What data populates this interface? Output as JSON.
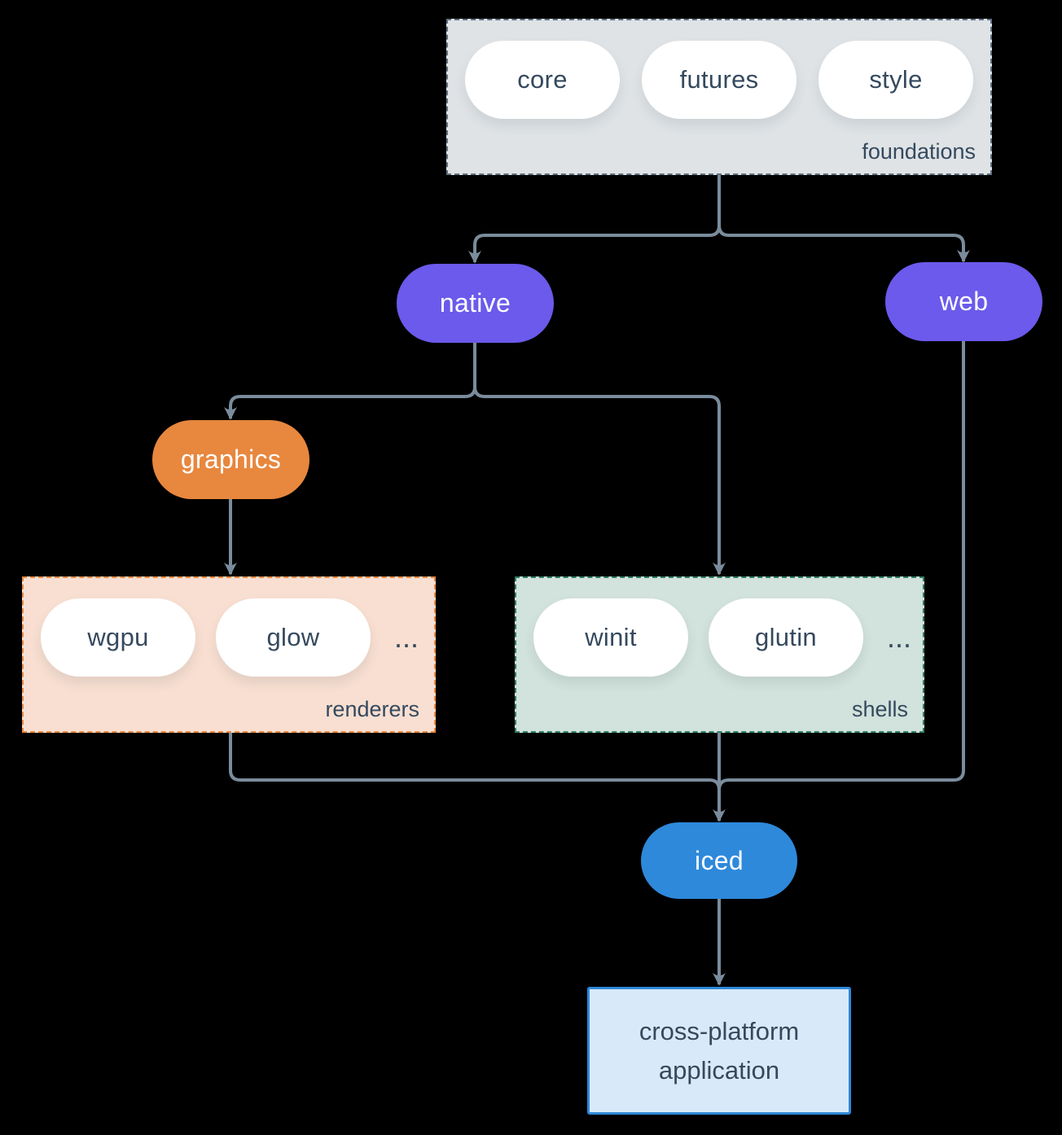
{
  "diagram": {
    "foundations": {
      "label": "foundations",
      "pills": [
        {
          "label": "core"
        },
        {
          "label": "futures"
        },
        {
          "label": "style"
        }
      ]
    },
    "native": {
      "label": "native"
    },
    "web": {
      "label": "web"
    },
    "graphics": {
      "label": "graphics"
    },
    "renderers": {
      "label": "renderers",
      "pills": [
        {
          "label": "wgpu"
        },
        {
          "label": "glow"
        }
      ],
      "ellipsis": "..."
    },
    "shells": {
      "label": "shells",
      "pills": [
        {
          "label": "winit"
        },
        {
          "label": "glutin"
        }
      ],
      "ellipsis": "..."
    },
    "iced": {
      "label": "iced"
    },
    "application": {
      "label": "cross-platform application"
    }
  },
  "colors": {
    "background": "#000000",
    "connector": "#7a8c9c",
    "foundations_bg": "#dfe3e6",
    "foundations_border": "#5d7082",
    "node_purple": "#6b5aeb",
    "node_orange": "#e8873e",
    "renderers_bg": "#f8dfd1",
    "renderers_border": "#e8873e",
    "shells_bg": "#d2e2dc",
    "shells_border": "#2f7d66",
    "iced_blue": "#2e89db",
    "app_bg": "#d8eaf9",
    "app_border": "#2f88d8",
    "text_dark": "#35495e",
    "text_light": "#ffffff",
    "pill_bg": "#ffffff"
  }
}
